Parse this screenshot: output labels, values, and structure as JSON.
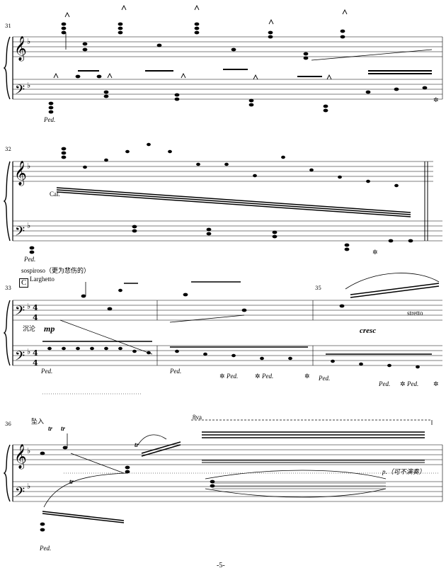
{
  "measure_numbers": [
    "31",
    "32",
    "33",
    "35",
    "36"
  ],
  "rehearsal_mark": "C",
  "tempo": {
    "line1": "sospiroso（更为悲伤的）",
    "line2": "Larghetto"
  },
  "markings": {
    "cal": "Cal.",
    "chenlun": "沉沦",
    "mp": "mp",
    "cresc": "cresc",
    "stretto": "stretto",
    "zhuiru": "坠入",
    "tr": "tr",
    "ottava": "8va",
    "p_note": "p.（可不演奏）"
  },
  "pedal": "Ped.",
  "release": "✲",
  "page_number": "-5-"
}
